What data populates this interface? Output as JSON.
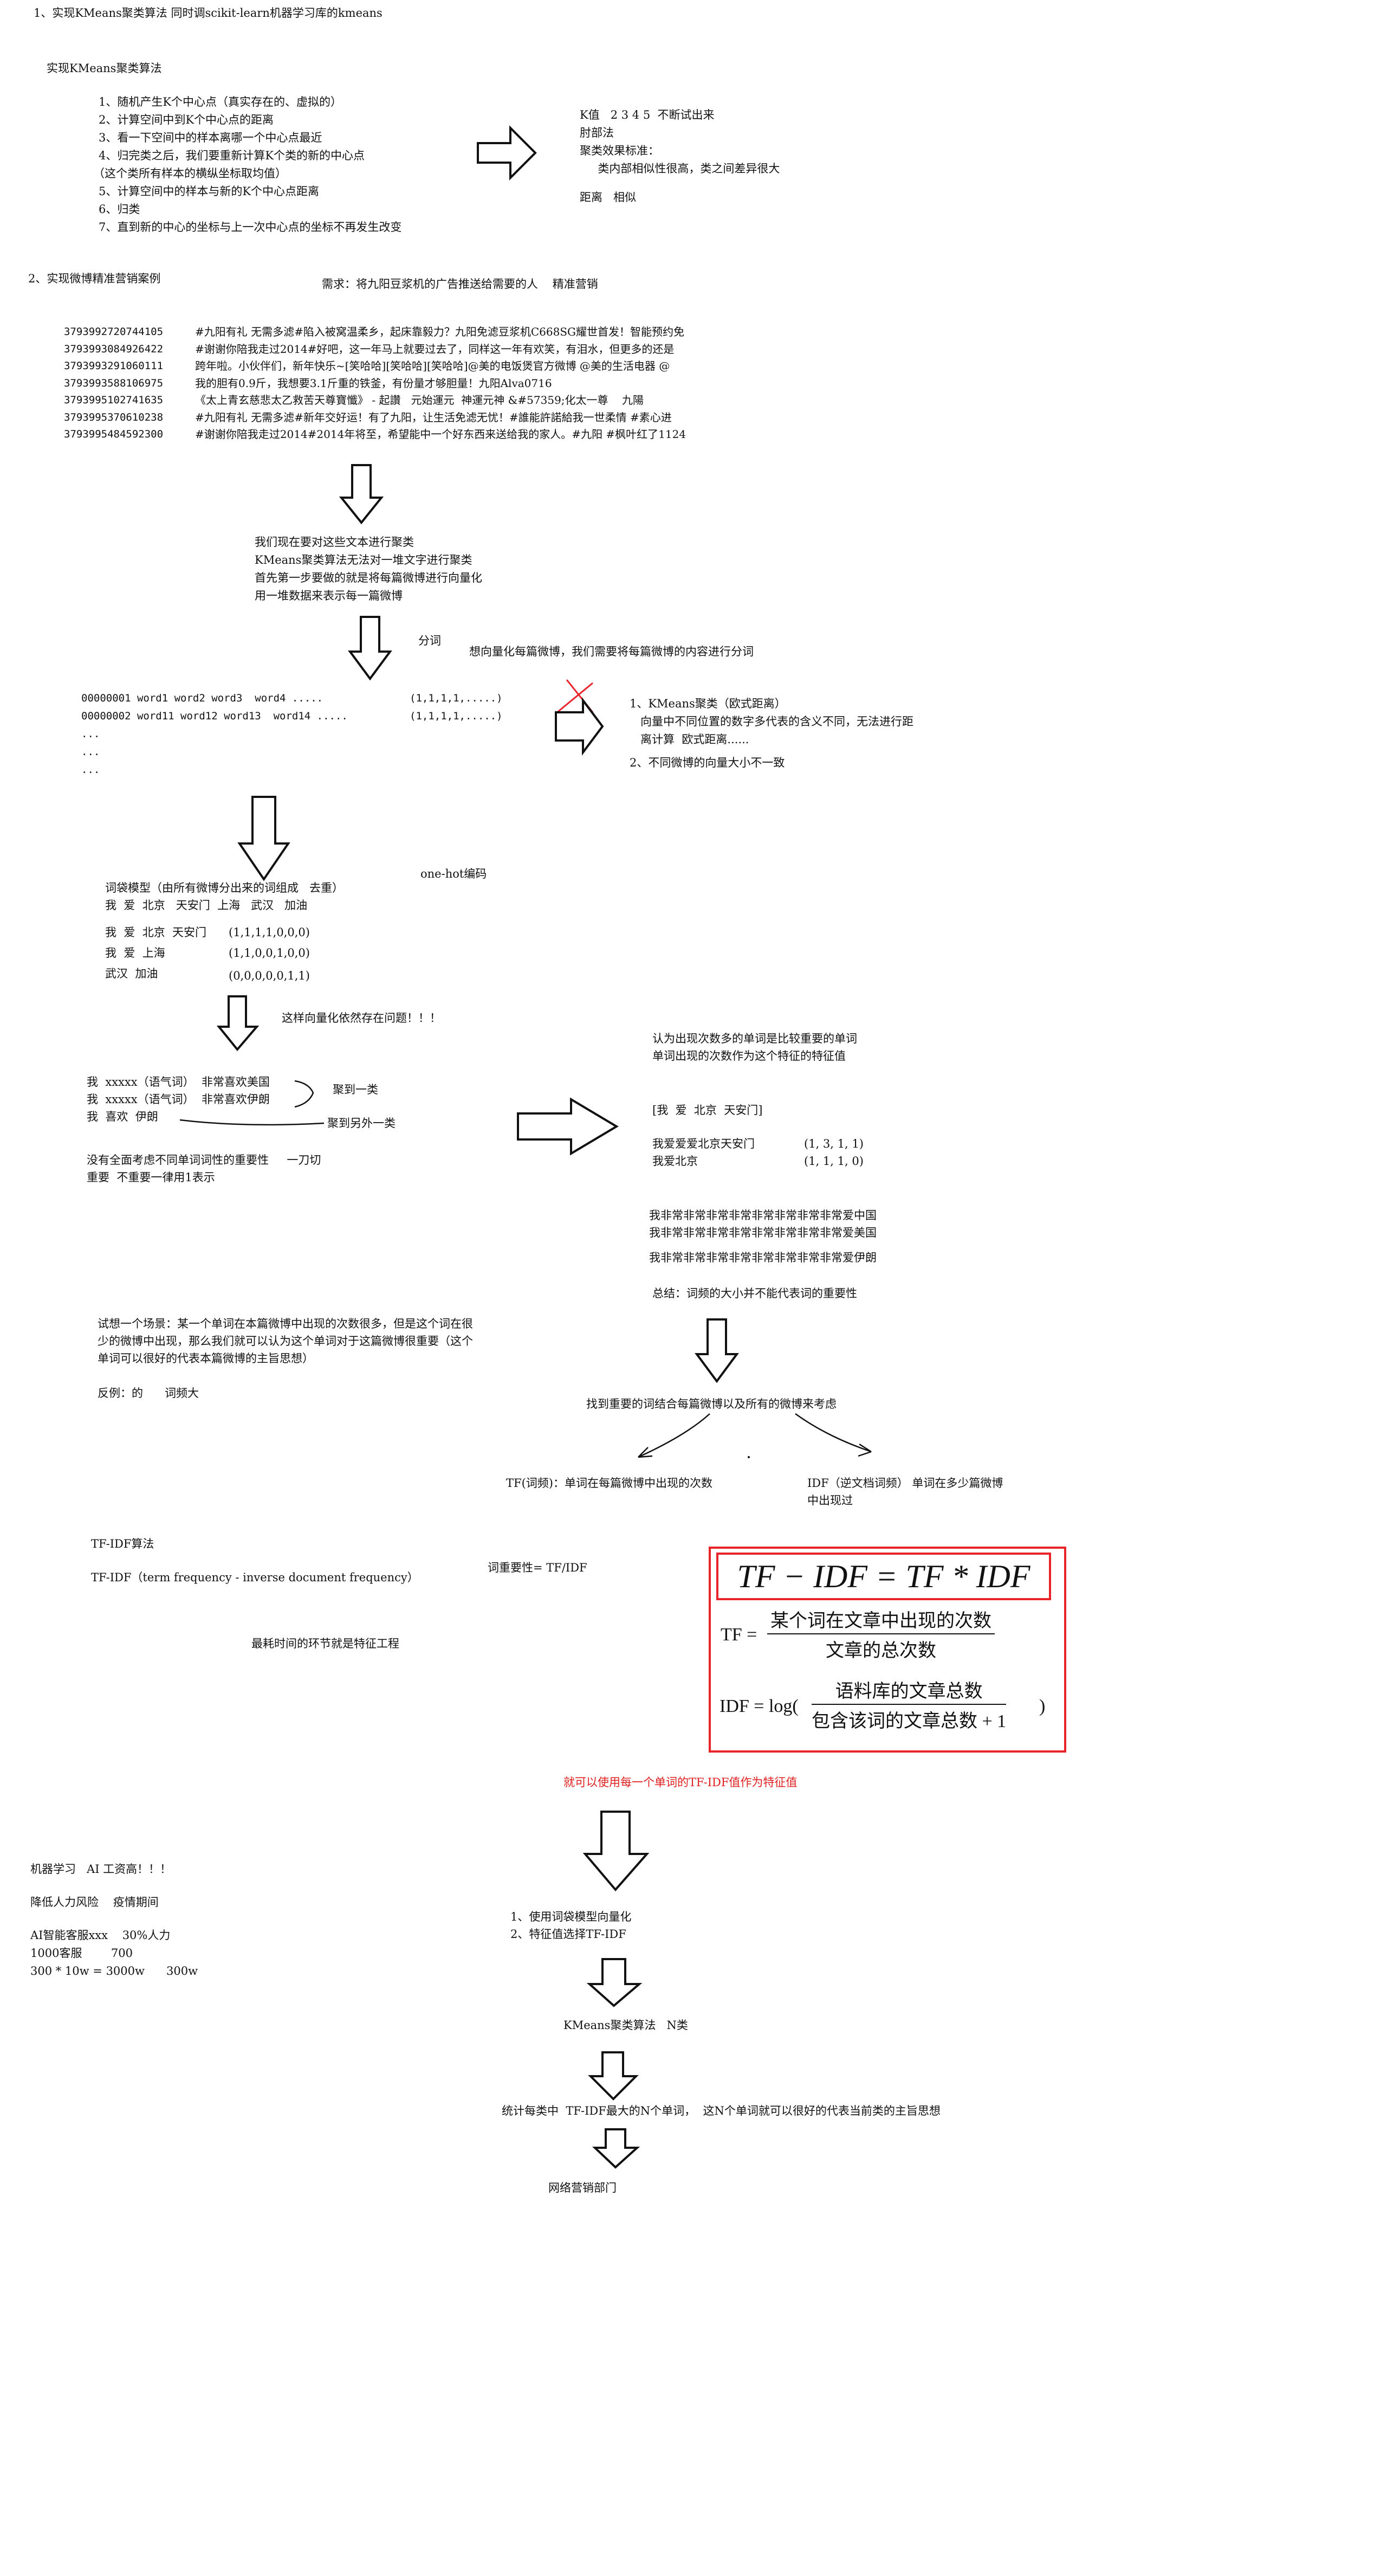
{
  "section1": {
    "title": "1、实现KMeans聚类算法 同时调scikit-learn机器学习库的kmeans",
    "subtitle": "实现KMeans聚类算法",
    "steps": [
      "1、随机产生K个中心点（真实存在的、虚拟的）",
      "2、计算空间中到K个中心点的距离",
      "3、看一下空间中的样本离哪一个中心点最近",
      "4、归完类之后，我们要重新计算K个类的新的中心点",
      "（这个类所有样本的横纵坐标取均值）",
      "5、计算空间中的样本与新的K个中心点距离",
      "6、归类",
      "7、直到新的中心的坐标与上一次中心点的坐标不再发生改变"
    ],
    "notes": [
      "K值   2 3 4 5  不断试出来",
      "肘部法",
      "聚类效果标准：",
      "     类内部相似性很高，类之间差异很大",
      "",
      "距离   相似"
    ]
  },
  "section2": {
    "title": "2、实现微博精准营销案例",
    "requirement": "需求：将九阳豆浆机的广告推送给需要的人    精准营销",
    "weibo_rows": [
      {
        "id": "3793992720744105",
        "text": "#九阳有礼 无需多滤#陷入被窝温柔乡，起床靠毅力？九阳免滤豆浆机C668SG耀世首发！智能预约免"
      },
      {
        "id": "3793993084926422",
        "text": "#谢谢你陪我走过2014#好吧，这一年马上就要过去了，同样这一年有欢笑，有泪水，但更多的还是"
      },
      {
        "id": "3793993291060111",
        "text": "跨年啦。小伙伴们，新年快乐~[笑哈哈][笑哈哈][笑哈哈]@美的电饭煲官方微博 @美的生活电器 @"
      },
      {
        "id": "3793993588106975",
        "text": "我的胆有0.9斤，我想要3.1斤重的铁釜，有份量才够胆量！九阳Alva0716"
      },
      {
        "id": "3793995102741635",
        "text": "《太上青玄慈悲太乙救苦天尊寶懺》 - 起讚   元始運元  神運元神 &#57359;化太一尊    九陽"
      },
      {
        "id": "3793995370610238",
        "text": "#九阳有礼 无需多滤#新年交好运！有了九阳，让生活免滤无忧！#誰能許諾給我一世柔情 #素心进"
      },
      {
        "id": "3793995484592300",
        "text": "#谢谢你陪我走过2014#2014年将至，希望能中一个好东西来送给我的家人。#九阳 #枫叶红了1124"
      }
    ],
    "cluster_note": [
      "我们现在要对这些文本进行聚类",
      "KMeans聚类算法无法对一堆文字进行聚类",
      "首先第一步要做的就是将每篇微博进行向量化",
      "用一堆数据来表示每一篇微博"
    ],
    "seg_label": "分词",
    "seg_note": "想向量化每篇微博，我们需要将每篇微博的内容进行分词",
    "word_rows": [
      "00000001 word1 word2 word3  word4 .....",
      "00000002 word11 word12 word13  word14 .....",
      "...",
      "...",
      "..."
    ],
    "vec_rows": [
      "(1,1,1,1,.....)",
      "(1,1,1,1,.....)"
    ],
    "problems": [
      "1、KMeans聚类（欧式距离）",
      "   向量中不同位置的数字多代表的含义不同，无法进行距",
      "   离计算  欧式距离......",
      "",
      "2、不同微博的向量大小不一致"
    ],
    "onehot_label": "one-hot编码",
    "bow_title": "词袋模型（由所有微博分出来的词组成   去重）",
    "bow_vocab": "我  爱  北京   天安门  上海   武汉   加油",
    "bow_examples": [
      {
        "words": "我  爱  北京  天安门",
        "vec": "(1,1,1,1,0,0,0)"
      },
      {
        "words": "我  爱  上海",
        "vec": "(1,1,0,0,1,0,0)"
      },
      {
        "words": "武汉  加油",
        "vec": "(0,0,0,0,0,1,1)"
      }
    ],
    "bow_problem": "这样向量化依然存在问题！！！",
    "likes": [
      "我  xxxxx（语气词）  非常喜欢美国",
      "我  xxxxx（语气词）  非常喜欢伊朗",
      "我  喜欢  伊朗"
    ],
    "cluster_one": "聚到一类",
    "cluster_other": "聚到另外一类",
    "importance": [
      "没有全面考虑不同单词词性的重要性     一刀切",
      "重要  不重要一律用1表示"
    ],
    "freq_note": [
      "认为出现次数多的单词是比较重要的单词",
      "单词出现的次数作为这个特征的特征值"
    ],
    "freq_vocab": "[我  爱  北京  天安门]",
    "freq_examples": [
      {
        "text": "我爱爱爱北京天安门",
        "vec": "(1, 3, 1, 1)"
      },
      {
        "text": "我爱北京",
        "vec": "(1, 1, 1, 0)"
      }
    ],
    "repeat_lines": [
      "我非常非常非常非常非常非常非常非常爱中国",
      "我非常非常非常非常非常非常非常非常爱美国",
      "",
      "我非常非常非常非常非常非常非常非常爱伊朗"
    ],
    "freq_summary": "总结：词频的大小并不能代表词的重要性",
    "scenario": [
      "试想一个场景：某一个单词在本篇微博中出现的次数很多，但是这个词在很",
      "少的微博中出现，那么我们就可以认为这个单词对于这篇微博很重要（这个",
      "单词可以很好的代表本篇微博的主旨思想）",
      "",
      "反例：的      词频大"
    ],
    "combine": "找到重要的词结合每篇微博以及所有的微博来考虑",
    "tf_def": "TF(词频)：单词在每篇微博中出现的次数",
    "idf_def": [
      "IDF（逆文档词频） 单词在多少篇微博",
      "中出现过"
    ],
    "tfidf_title": "TF-IDF算法",
    "tfidf_full": "TF-IDF（term frequency - inverse document frequency）",
    "weight": "词重要性= TF/IDF",
    "costly": "最耗时间的环节就是特征工程",
    "formula": {
      "main": "TF − IDF = TF * IDF",
      "tf_lhs": "TF =",
      "tf_num": "某个词在文章中出现的次数",
      "tf_den": "文章的总次数",
      "idf_lhs": "IDF = log(",
      "idf_num": "语料库的文章总数",
      "idf_den": "包含该词的文章总数 + 1",
      "idf_close": ")"
    },
    "feature_note": "就可以使用每一个单词的TF-IDF值作为特征值",
    "pipeline": [
      "1、使用词袋模型向量化",
      "2、特征值选择TF-IDF"
    ],
    "kmeans": "KMeans聚类算法   N类",
    "topn": "统计每类中  TF-IDF最大的N个单词，  这N个单词就可以很好的代表当前类的主旨思想",
    "dept": "网络营销部门",
    "ai_notes": [
      "机器学习   AI 工资高！！！",
      "",
      "降低人力风险    疫情期间",
      "",
      "AI智能客服xxx    30%人力",
      "1000客服        700",
      "300 * 10w = 3000w      300w"
    ]
  }
}
